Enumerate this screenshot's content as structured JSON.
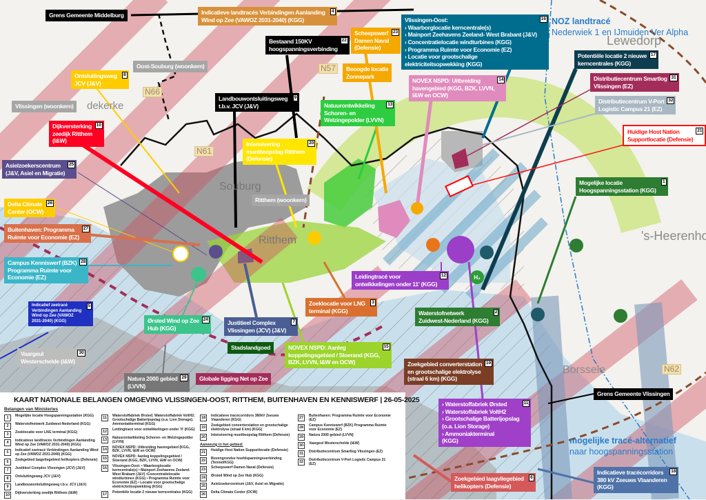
{
  "title": "KAART NATIONALE BELANGEN OMGEVING VLISSINGEN-OOST, RITTHEM, BUITENHAVEN EN KENNISWERF | 26-05-2025",
  "map_text": {
    "places": [
      "Lewedorp",
      "'s-Heerenhoek",
      "Borssele",
      "Ritthem",
      "Souburg",
      "dekerke"
    ],
    "roads": [
      "N57",
      "N66",
      "N61",
      "N62"
    ],
    "noz_title": "NOZ landtracé",
    "noz_sub": "Nederwiek 1 en IJmuiden Ver Alpha",
    "alt_title": "mogelijke tracé-alternatief",
    "alt_sub": "naar hoogspanningsstation"
  },
  "labels": [
    {
      "num": "",
      "lines": [
        "Grens Gemeente Middelburg"
      ],
      "bg": "#000000",
      "fg": "#ffffff"
    },
    {
      "num": "4",
      "lines": [
        "Indicatieve landtracés Verbindingen Aanlanding",
        "Wind op Zee (VAWOZ 2031-2040) (KGG)"
      ],
      "bg": "#d8913a",
      "fg": "#ffffff"
    },
    {
      "num": "22",
      "lines": [
        "Bestaand 150KV",
        "hoogspanningsverbinding"
      ],
      "bg": "#000000",
      "fg": "#ffffff"
    },
    {
      "num": "23",
      "lines": [
        "Scheepswerf",
        "Damen Naval",
        "(Defensie)"
      ],
      "bg": "#f5a800",
      "fg": "#ffffff"
    },
    {
      "num": "",
      "lines": [
        "Beoogde locatie",
        "Zonnepark"
      ],
      "bg": "#f5a800",
      "fg": "#ffffff"
    },
    {
      "num": "16",
      "lines": [
        "Vlissingen-Oost:",
        "› Waarborglocatie kerncentrale(s)",
        "› Mainport Zeehavens Zeeland- West Brabant (J&V)",
        "› Concentratielocatie windturbines (KGG)",
        "› Programma Ruimte voor Economie (EZ)",
        "› Locatie voor grootschalige",
        "elektriciteitsopwekking (KGG)"
      ],
      "bg": "#006d8f",
      "fg": "#ffffff"
    },
    {
      "num": "17",
      "lines": [
        "Potentiële locatie 2 nieuwe",
        "kerncentrales (KGG)"
      ],
      "bg": "#0d3d4f",
      "fg": "#ffffff"
    },
    {
      "num": "31",
      "lines": [
        "Distributiecentrum Smartlog",
        "Vlissingen (EZ)"
      ],
      "bg": "#a32d5a",
      "fg": "#ffffff"
    },
    {
      "num": "32",
      "lines": [
        "Distributiecentrum V-Port",
        "Logistic Campus 21 (EZ)"
      ],
      "bg": "#a9b8c2",
      "fg": "#ffffff"
    },
    {
      "num": "21",
      "lines": [
        "Huidige Host Nation",
        "Supportlocatie (Defensie)"
      ],
      "bg": "#ffffff",
      "fg": "#ff1010"
    },
    {
      "num": "14",
      "lines": [
        "NOVEX NSPD: Uitbreiding",
        "havengebied (KGG, BZK, LVVN,",
        "I&W en OCW)"
      ],
      "bg": "#e08bbd",
      "fg": "#ffffff"
    },
    {
      "num": "13",
      "lines": [
        "Natuurontwikkeling",
        "Schoren- en",
        "Welzingepolder (LVVN)"
      ],
      "bg": "#2ecc40",
      "fg": "#ffffff"
    },
    {
      "num": "",
      "lines": [
        "Oost-Souburg (woonkern)"
      ],
      "bg": "#a6a6a6",
      "fg": "#ffffff"
    },
    {
      "num": "8",
      "lines": [
        "Ontsluitingsweg",
        "JCV (J&V)"
      ],
      "bg": "#ffcc00",
      "fg": "#ffffff"
    },
    {
      "num": "9",
      "lines": [
        "Landbouwontsluitingsweg",
        "t.b.v. JCV (J&V)"
      ],
      "bg": "#000000",
      "fg": "#ffffff"
    },
    {
      "num": "",
      "lines": [
        "Vlissingen (woonkern)"
      ],
      "bg": "#a6a6a6",
      "fg": "#ffffff"
    },
    {
      "num": "10",
      "lines": [
        "Dijkversterking",
        "zeedijk Ritthem",
        "(I&W)"
      ],
      "bg": "#ff0022",
      "fg": "#ffffff"
    },
    {
      "num": "20",
      "lines": [
        "Intensivering",
        "munitieopslag Ritthem",
        "(Defensie)"
      ],
      "bg": "#ffe600",
      "fg": "#ffffff"
    },
    {
      "num": "25",
      "lines": [
        "Asielzoekerscentrum",
        "(J&V, Asiel en Migratie)"
      ],
      "bg": "#5b4e8c",
      "fg": "#ffffff"
    },
    {
      "num": "",
      "lines": [
        "Ritthem (woonkern)"
      ],
      "bg": "#a6a6a6",
      "fg": "#ffffff"
    },
    {
      "num": "1",
      "lines": [
        "Mogelijke locatie",
        "Hoogspanningsstation (KGG)"
      ],
      "bg": "#2e7d32",
      "fg": "#ffffff"
    },
    {
      "num": "26",
      "lines": [
        "Delta Climate",
        "Center (OCW)"
      ],
      "bg": "#ffcc00",
      "fg": "#ffffff"
    },
    {
      "num": "27",
      "lines": [
        "Buitenhaven: Programma",
        "Ruimte voor Economie (EZ)"
      ],
      "bg": "#d9704a",
      "fg": "#ffffff"
    },
    {
      "num": "28",
      "lines": [
        "Campus Kenniswerf (BZK)",
        "Programma Ruimte voor",
        "Economie (EZ)"
      ],
      "bg": "#3bb6c8",
      "fg": "#ffffff"
    },
    {
      "num": "12",
      "lines": [
        "Leidingtracé voor",
        "ontwikkelingen onder 11' (KGG)"
      ],
      "bg": "#9b3ec8",
      "fg": "#ffffff"
    },
    {
      "num": "3",
      "lines": [
        "Zoeklocatie voor LNG",
        "terminal (KGG)"
      ],
      "bg": "#d9702f",
      "fg": "#ffffff"
    },
    {
      "num": "2",
      "lines": [
        "Waterstofnetwerk",
        "Zuidwest-Nederland (KGG)"
      ],
      "bg": "#2e7d32",
      "fg": "#ffffff"
    },
    {
      "num": "5",
      "lines": [
        "Indicatief zeetracé",
        "Verbindingen Aanlanding",
        "Wind op Zee (VAWOZ",
        "2031-2040) (KGG)"
      ],
      "bg": "#2030c0",
      "fg": "#ffffff"
    },
    {
      "num": "24",
      "lines": [
        "Ørsted Wind op Zee",
        "Hub (KGG)"
      ],
      "bg": "#3cc48c",
      "fg": "#ffffff"
    },
    {
      "num": "7",
      "lines": [
        "Justitieel Complex",
        "Vlissingen (JCV) (J&V)"
      ],
      "bg": "#4a5e94",
      "fg": "#ffffff"
    },
    {
      "num": "",
      "lines": [
        "Stadslandgoed"
      ],
      "bg": "#0f5a12",
      "fg": "#ffffff"
    },
    {
      "num": "15",
      "lines": [
        "NOVEX NSPD: Aanleg",
        "koppelingsgebied / Sloerand (KGG,",
        "BZK, LVVN, I&W en OCW)"
      ],
      "bg": "#9cd42c",
      "fg": "#ffffff"
    },
    {
      "num": "30",
      "lines": [
        "Vaargeul",
        "Westerschelde (I&W)"
      ],
      "bg": "#bdbdbd",
      "fg": "#ffffff"
    },
    {
      "num": "19",
      "lines": [
        "Zoekgebied converterstation",
        "en grootschalige elektrolyse",
        "(straal 6 km) (KGG)"
      ],
      "bg": "#7a3e26",
      "fg": "#ffffff"
    },
    {
      "num": "29",
      "lines": [
        "Natura 2000 gebied",
        "(LVVN)"
      ],
      "bg": "#777777",
      "fg": "#ffffff"
    },
    {
      "num": "",
      "lines": [
        "Globale ligging Net op Zee"
      ],
      "bg": "#a32d5a",
      "fg": "#ffffff"
    },
    {
      "num": "",
      "lines": [
        "Grens Gemeente Vlissingen"
      ],
      "bg": "#000000",
      "fg": "#ffffff"
    },
    {
      "num": "11",
      "lines": [
        "› Waterstoffabriek Ørsted",
        "› Waterstoffabriek VoltH2",
        "› Grootschalige Batterijopslag",
        "(o.a. Lion Storage)",
        "› Ammoniakterminal",
        "(KGG)"
      ],
      "bg": "#a040c8",
      "fg": "#ffffff"
    },
    {
      "num": "6",
      "lines": [
        "Zoekgebied laagvliegebied",
        "helikopters (Defensie)"
      ],
      "bg": "#d45a5a",
      "fg": "#ffffff"
    },
    {
      "num": "18",
      "lines": [
        "Indicatieve tracécorridors",
        "380 kV Zeeuws Vlaanderen",
        "(KGG)"
      ],
      "bg": "#4f73a8",
      "fg": "#ffffff"
    }
  ],
  "legend": {
    "subtitle": "Belangen van Ministeries",
    "present_header": "Aanwezig in het gebied:",
    "columns": [
      [
        {
          "num": "1",
          "text": "Mogelijke locatie Hoogspanningsstation (KGG)"
        },
        {
          "num": "2",
          "text": "Waterstofnetwerk Zuidwest-Nederland (KGG)"
        },
        {
          "num": "3",
          "text": "Zoeklocatie voor LNG terminal (KGG)"
        },
        {
          "num": "4",
          "text": "Indicatieve landtracés Verbindingen Aanlanding Wind op Zee (VAWOZ 2031-2040) (KGG)"
        },
        {
          "num": "5",
          "text": "Indicatief zeetracé Verbindingen Aanlanding Wind op Zee (VAWOZ 2031-2040) (KGG)"
        },
        {
          "num": "6",
          "text": "Zoekgebied laagvliegebied helikopters (Defensie)"
        },
        {
          "num": "7",
          "text": "Justitieel Complex Vlissingen (JCV) (J&V)"
        },
        {
          "num": "8",
          "text": "Ontsluitingsweg JCV (J&V)"
        },
        {
          "num": "9",
          "text": "Landbouwontsluitingsweg t.b.v. JCV (J&V)"
        },
        {
          "num": "10",
          "text": "Dijkversterking zeedijk Ritthem (I&W)"
        }
      ],
      [
        {
          "num": "11",
          "text": "Waterstoffabriek Ørsted; Waterstoffabriek VoltH2; Grootschalige Batterijopslag (o.a. Lion Storage); Ammoniakterminal (KGG)"
        },
        {
          "num": "12",
          "text": "Leidingtracé voor ontwikkelingen onder 'll' (KGG)"
        },
        {
          "num": "13",
          "text": "Natuurontwikkeling Schoren- en Welzingepolder (LVVN)"
        },
        {
          "num": "14",
          "text": "NOVEX NSPD: Uitbreiding havengebied (KGG, BZK, LVVN, I&W en OCW)"
        },
        {
          "num": "15",
          "text": "NOVEX NSPD: Aanleg koppelingsgebied / Sloerand (KGG, BZK, LVVN, I&W en OCW)"
        },
        {
          "num": "16",
          "text": "Vlissingen-Oost: • Waarborglocatie kerncentrale(s) • Mainport Zeehavens Zeeland- West Brabant (J&V) •Concentratielocatie windturbines (KGG) • Programma Ruimte voor Economie (EZ) • Locatie voor grootschalige elektriciteitsopwekking (KGG)"
        },
        {
          "num": "17",
          "text": "Potentiële locatie 2 nieuwe kerncentrales (KGG)"
        }
      ],
      [
        {
          "num": "18",
          "text": "Indicatieve tracécorridors 380kV Zeeuws Vlaanderen (KGG)"
        },
        {
          "num": "19",
          "text": "Zoekgebied converterstation en grootschalige elektrolyse (straal 6 km) (KGG)"
        },
        {
          "num": "20",
          "text": "Intensivering munitieopslag Ritthem (Defensie)"
        }
      ],
      [
        {
          "num": "21",
          "text": "Huidige Host Nation Supportlocatie (Defensie)"
        },
        {
          "num": "22",
          "text": "Bovengrondse hoofdspanningsverbinding (Tennet/KGG)"
        },
        {
          "num": "23",
          "text": "Scheepswerf Damen Naval (Defensie)"
        },
        {
          "num": "24",
          "text": "Ørsted Wind op Zee Hub (KGG)"
        },
        {
          "num": "25",
          "text": "Asielzoekercentrum (J&V, Asiel en Migratie)"
        },
        {
          "num": "26",
          "text": "Delta Climate Center (OCW)"
        }
      ],
      [
        {
          "num": "27",
          "text": "Buitenhaven: Programma Ruimte voor Economie (EZ)"
        },
        {
          "num": "28",
          "text": "Campus Kenniswerf (BZK) Programma Ruimte voor Economie (EZ)"
        },
        {
          "num": "29",
          "text": "Natura 2000 gebied (LVVN)"
        },
        {
          "num": "30",
          "text": "Vaargeul Westerschelde (I&W)"
        },
        {
          "num": "31",
          "text": "Distributiecentrum Smartlog Vlissingen (EZ)"
        },
        {
          "num": "32",
          "text": "Distributiecentrum V-Port Logistic Campus 21 (EZ)"
        }
      ]
    ]
  }
}
